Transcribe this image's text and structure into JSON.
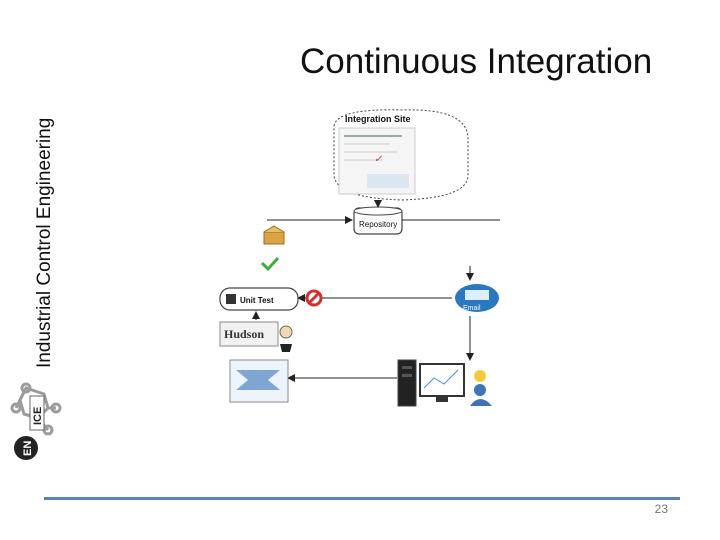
{
  "sidebar": {
    "title": "Industrial Control Engineering"
  },
  "logo": {
    "text_left": "EN",
    "text_right": "ICE"
  },
  "slide": {
    "title": "Continuous Integration",
    "page_number": "23"
  },
  "diagram": {
    "site_label": "Integration Site",
    "repository_label": "Repository",
    "unit_test_label": "Unit Test",
    "hudson_label": "Hudson",
    "email_label": "Email",
    "accent_color": "#2a79c0",
    "error_color": "#d32f2f",
    "success_color": "#3cae3c"
  }
}
